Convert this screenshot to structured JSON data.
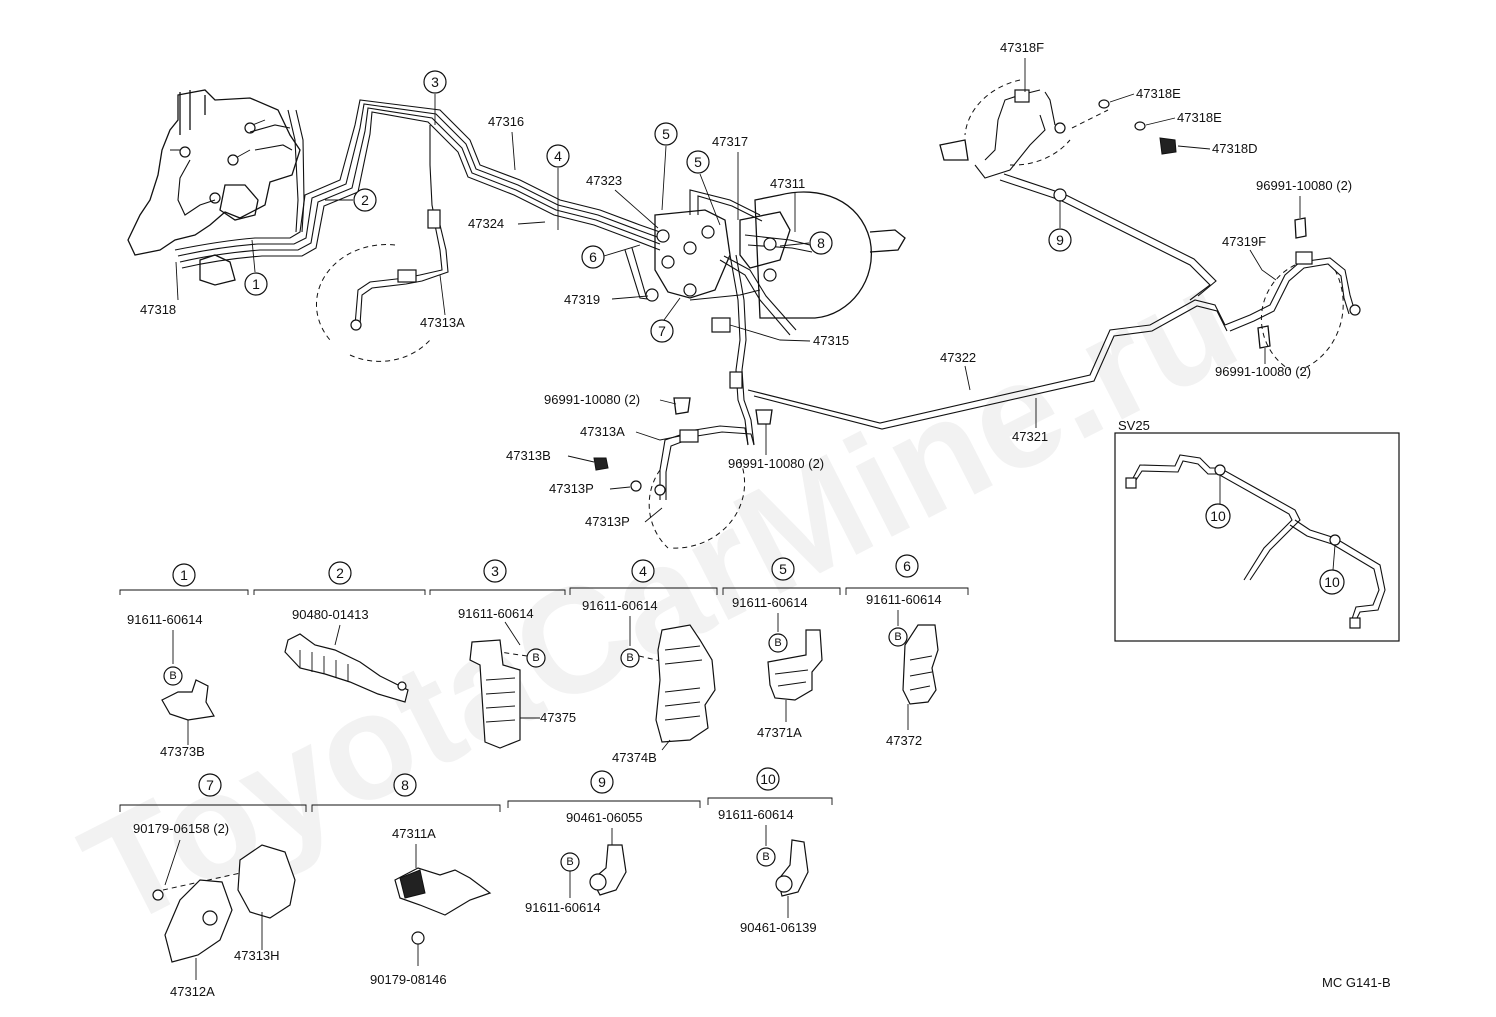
{
  "watermark": "ToyotaCarMine.ru",
  "diagram_code": "MC G141-B",
  "inset_label": "SV25",
  "main_labels": {
    "l47318": "47318",
    "l47313A_top": "47313A",
    "l47316": "47316",
    "l47324": "47324",
    "l47323": "47323",
    "l47317": "47317",
    "l47311": "47311",
    "l47319": "47319",
    "l47315": "47315",
    "l47318F": "47318F",
    "l47318E_a": "47318E",
    "l47318E_b": "47318E",
    "l47318D": "47318D",
    "l96991_a": "96991-10080 (2)",
    "l47319F": "47319F",
    "l96991_b": "96991-10080 (2)",
    "l47322": "47322",
    "l47321": "47321",
    "l96991_c": "96991-10080 (2)",
    "l47313A_bot": "47313A",
    "l47313B": "47313B",
    "l47313P_a": "47313P",
    "l47313P_b": "47313P",
    "l96991_d": "96991-10080 (2)"
  },
  "callouts": {
    "c1": "1",
    "c2": "2",
    "c3": "3",
    "c4": "4",
    "c5a": "5",
    "c5b": "5",
    "c6": "6",
    "c7": "7",
    "c8": "8",
    "c9": "9",
    "c10a": "10",
    "c10b": "10"
  },
  "groups": [
    {
      "num": "1",
      "top": "91611-60614",
      "bolt": "B",
      "bottom": "47373B"
    },
    {
      "num": "2",
      "top": "90480-01413"
    },
    {
      "num": "3",
      "top": "91611-60614",
      "bolt": "B",
      "side": "47375"
    },
    {
      "num": "4",
      "top": "91611-60614",
      "bolt": "B",
      "bottom": "47374B"
    },
    {
      "num": "5",
      "top": "91611-60614",
      "bolt": "B",
      "bottom": "47371A"
    },
    {
      "num": "6",
      "top": "91611-60614",
      "bolt": "B",
      "bottom": "47372"
    },
    {
      "num": "7",
      "top": "90179-06158 (2)",
      "a": "47313H",
      "b": "47312A"
    },
    {
      "num": "8",
      "top": "47311A",
      "bottom": "90179-08146"
    },
    {
      "num": "9",
      "top": "90461-06055",
      "bolt": "B",
      "bottom": "91611-60614"
    },
    {
      "num": "10",
      "top": "91611-60614",
      "bolt": "B",
      "bottom": "90461-06139"
    }
  ]
}
